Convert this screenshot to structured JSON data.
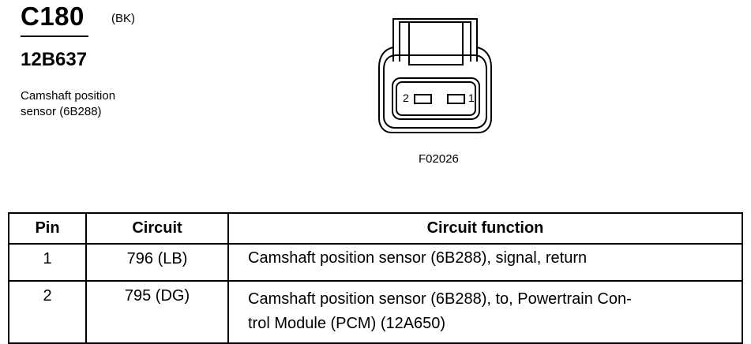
{
  "connector": {
    "id": "C180",
    "color": "(BK)",
    "part_number": "12B637",
    "component": "Camshaft position\nsensor (6B288)",
    "figure_id": "F02026",
    "pin_labels": [
      "2",
      "1"
    ]
  },
  "table": {
    "headers": [
      "Pin",
      "Circuit",
      "Circuit function"
    ],
    "rows": [
      {
        "pin": "1",
        "circuit": "796 (LB)",
        "function": "Camshaft position sensor (6B288), signal, return"
      },
      {
        "pin": "2",
        "circuit": "795 (DG)",
        "function": "Camshaft position sensor (6B288), to, Powertrain Con-\ntrol Module (PCM) (12A650)"
      }
    ]
  }
}
